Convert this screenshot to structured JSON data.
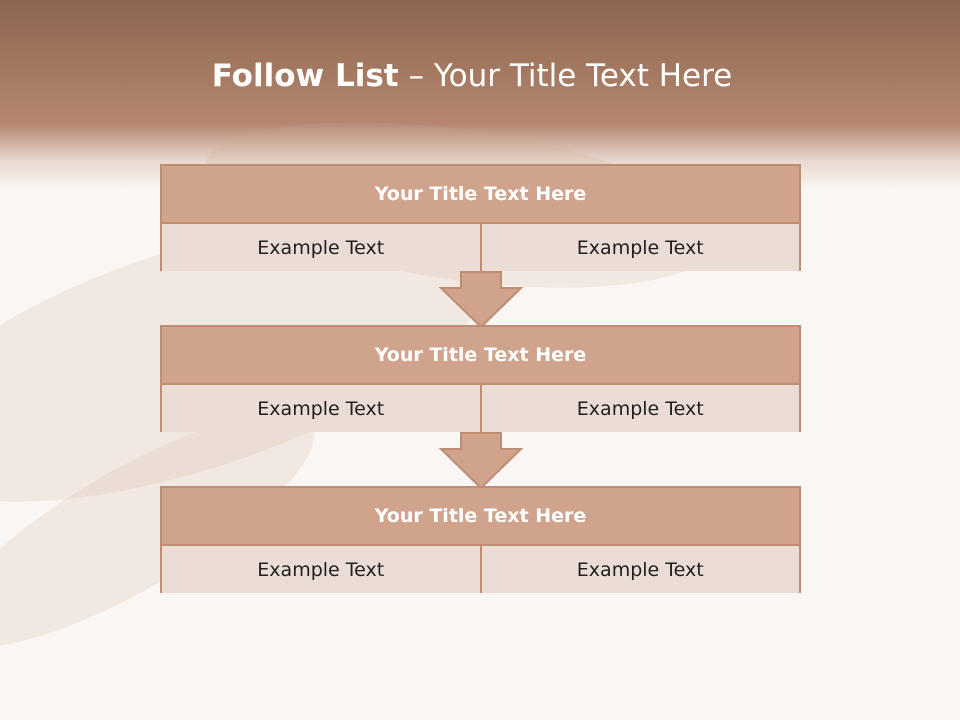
{
  "title": {
    "bold": "Follow List",
    "rest": "– Your Title Text Here"
  },
  "colors": {
    "band": "#a67a62",
    "block_header": "#cfa38c",
    "block_row": "#ecdcd6",
    "border": "#bf8d72"
  },
  "blocks": [
    {
      "title": "Your Title Text Here",
      "left": "Example Text",
      "right": "Example Text"
    },
    {
      "title": "Your Title Text Here",
      "left": "Example Text",
      "right": "Example Text"
    },
    {
      "title": "Your Title Text Here",
      "left": "Example Text",
      "right": "Example Text"
    }
  ]
}
